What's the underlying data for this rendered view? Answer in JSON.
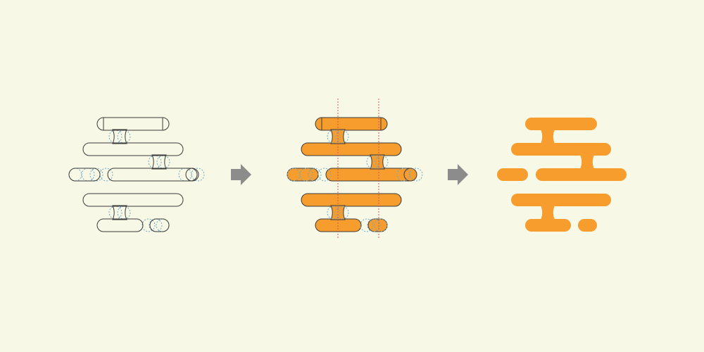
{
  "colors": {
    "background": "#f8f8e6",
    "fill": "#f79d2e",
    "outline": "#3a3a3a",
    "construction_circle": "#6fa9c4",
    "guide_line": "#d9534f",
    "arrow": "#8c8c8c"
  },
  "panels": [
    {
      "stage": "outline-construction"
    },
    {
      "stage": "filled-with-guides"
    },
    {
      "stage": "final-logo"
    }
  ],
  "arrows": [
    {
      "icon": "right-arrow-icon"
    },
    {
      "icon": "right-arrow-icon"
    }
  ]
}
